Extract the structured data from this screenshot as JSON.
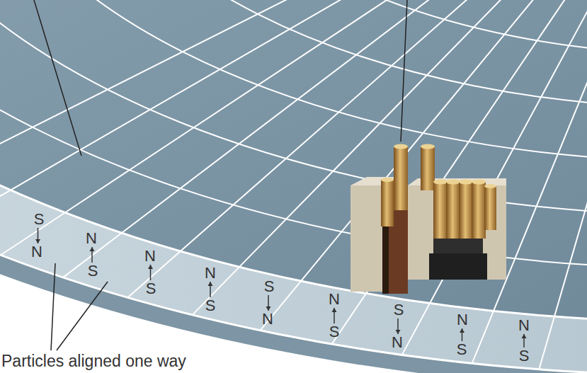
{
  "diagram": {
    "labels": [
      "S",
      "N",
      "N",
      "S",
      "N",
      "S",
      "N",
      "S",
      "S",
      "N",
      "N",
      "S",
      "S",
      "N",
      "N",
      "S",
      "N",
      "S",
      "Particles aligned one way"
    ]
  }
}
